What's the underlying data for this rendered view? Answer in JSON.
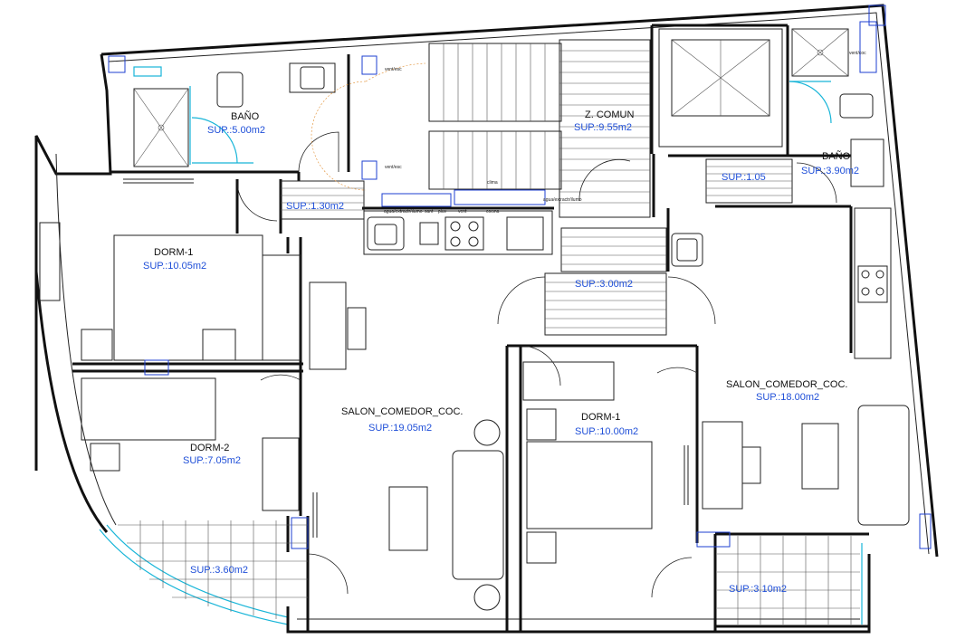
{
  "rooms": [
    {
      "name": "BAÑO",
      "area": "SUP.:5.00m2"
    },
    {
      "name": "",
      "area": "SUP.:1.30m2"
    },
    {
      "name": "DORM-1",
      "area": "SUP.:10.05m2"
    },
    {
      "name": "DORM-2",
      "area": "SUP.:7.05m2"
    },
    {
      "name": "",
      "area": "SUP.:3.60m2"
    },
    {
      "name": "SALON_COMEDOR_COC.",
      "area": "SUP.:19.05m2"
    },
    {
      "name": "Z. COMUN",
      "area": "SUP.:9.55m2"
    },
    {
      "name": "",
      "area": "SUP.:3.00m2"
    },
    {
      "name": "",
      "area": "SUP.:1.05"
    },
    {
      "name": "BAÑO",
      "area": "SUP.:3.90m2"
    },
    {
      "name": "DORM-1",
      "area": "SUP.:10.00m2"
    },
    {
      "name": "SALON_COMEDOR_COC.",
      "area": "SUP.:18.00m2"
    },
    {
      "name": "",
      "area": "SUP.:3.10m2"
    }
  ],
  "small_labels": {
    "vent_upper": "vent/esc",
    "vent_lower": "vent/esc",
    "clima": "clima",
    "counter_left": "agua/extractr/ilumo",
    "sant": "sant",
    "pluv": "pluv",
    "vent": "vent",
    "cocina": "cocina",
    "counter_right": "agua/extractr/ilumo",
    "ventcoc": "vent/coc"
  },
  "colors": {
    "walls": "#111111",
    "room_area_text": "#1f4fd8",
    "window_glass": "#18b5d8",
    "installations": "#1e3fd0",
    "partition_hatch": "#e08a2a"
  }
}
